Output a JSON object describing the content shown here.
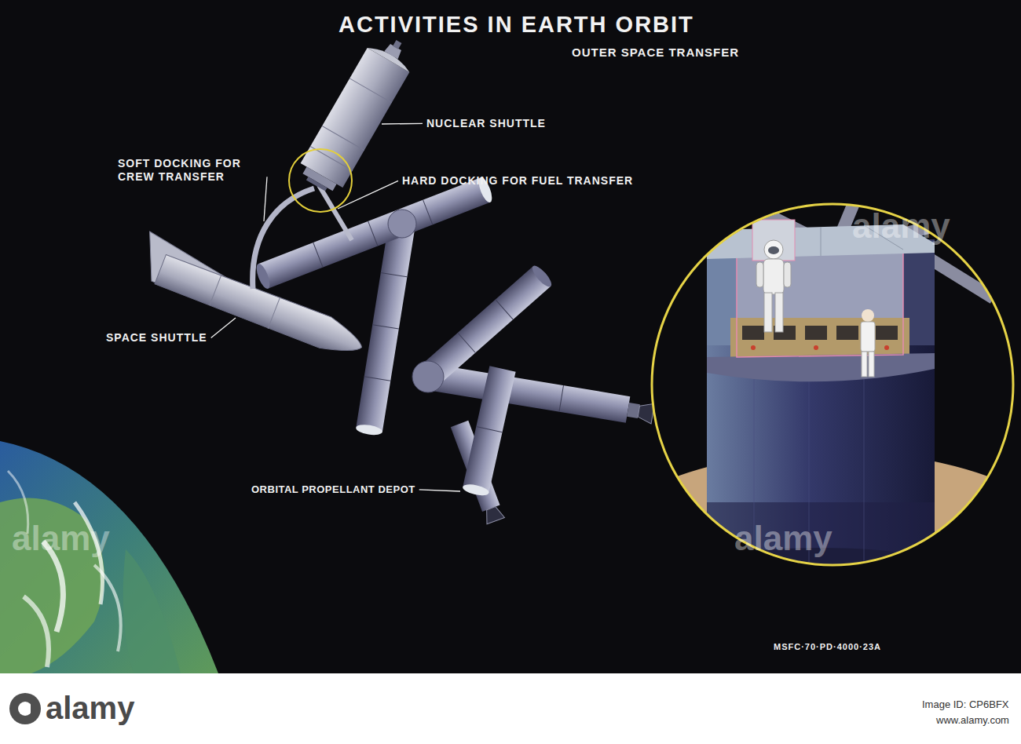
{
  "diagram": {
    "title": "ACTIVITIES IN EARTH ORBIT",
    "labels": [
      "OUTER SPACE TRANSFER",
      "NUCLEAR SHUTTLE",
      "SOFT DOCKING FOR CREW TRANSFER",
      "HARD DOCKING FOR FUEL TRANSFER",
      "alamy",
      "SPACE SHUTTLE",
      "ORBITAL PROPELLANT DEPOT",
      "alamy",
      "alamy",
      "MSFC·70·PD·4000·23A",
      "alamy",
      "Image ID: CP6BFX",
      "www.alamy.com"
    ]
  }
}
